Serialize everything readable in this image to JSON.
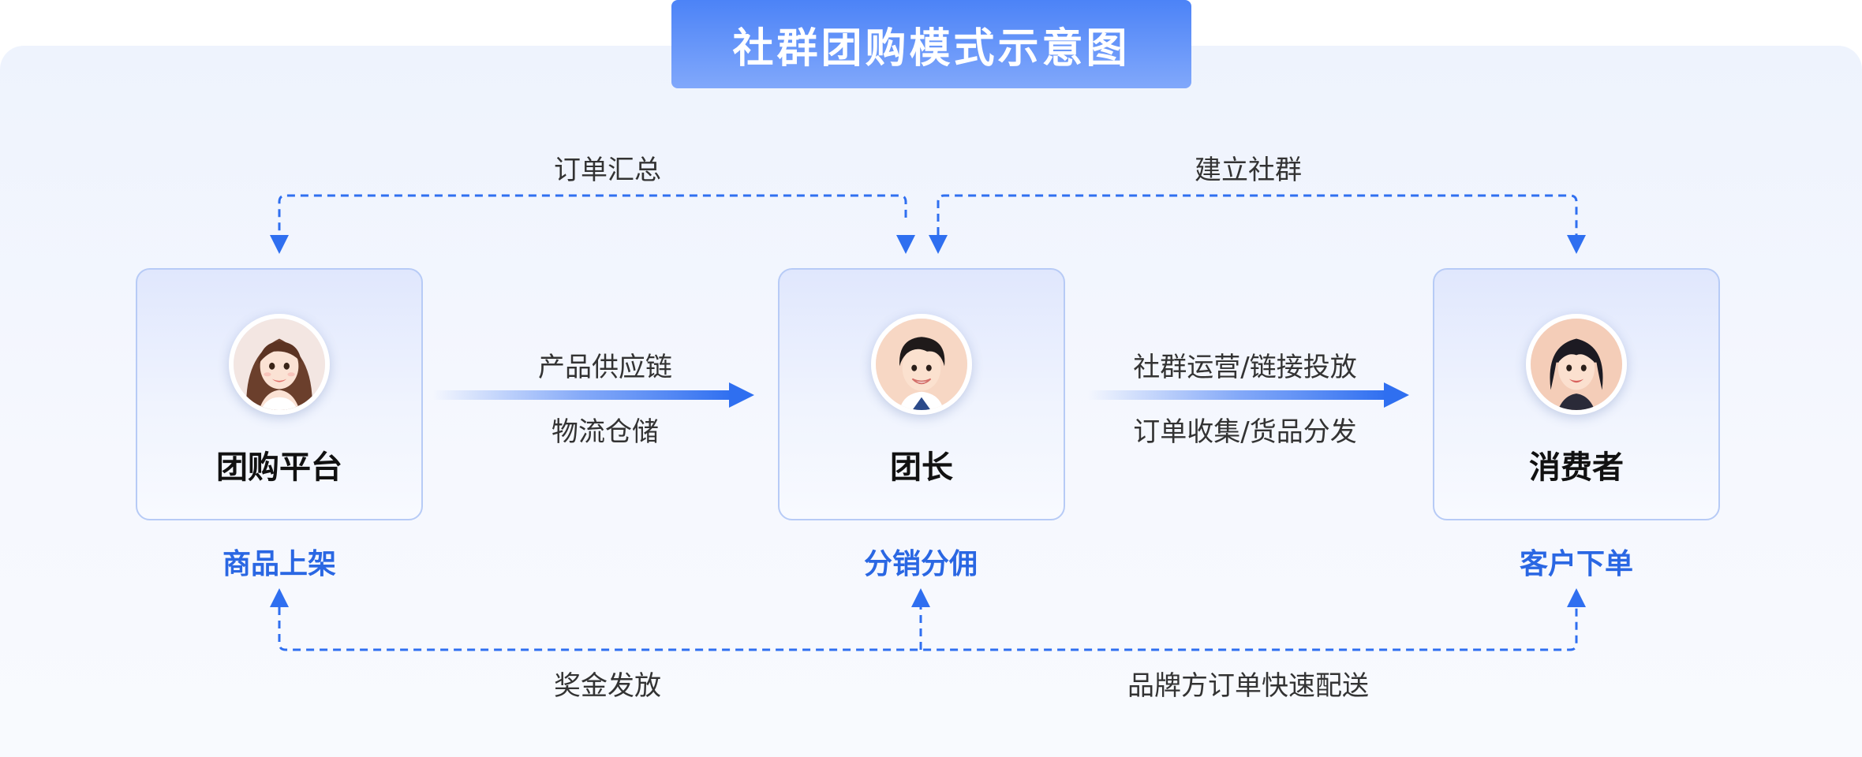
{
  "title": "社群团购模式示意图",
  "nodes": [
    {
      "name": "团购平台",
      "caption": "商品上架",
      "avatar": "woman-long-hair-icon"
    },
    {
      "name": "团长",
      "caption": "分销分佣",
      "avatar": "young-man-icon"
    },
    {
      "name": "消费者",
      "caption": "客户下单",
      "avatar": "young-woman-short-hair-icon"
    }
  ],
  "flows": {
    "top_left": "订单汇总",
    "top_right": "建立社群",
    "mid_left_top": "产品供应链",
    "mid_left_bottom": "物流仓储",
    "mid_right_top": "社群运营/链接投放",
    "mid_right_bottom": "订单收集/货品分发",
    "bottom_left": "奖金发放",
    "bottom_right": "品牌方订单快速配送"
  },
  "colors": {
    "accent": "#2f6ff0",
    "caption": "#2a67e3",
    "card_border": "#b7cbf6"
  }
}
